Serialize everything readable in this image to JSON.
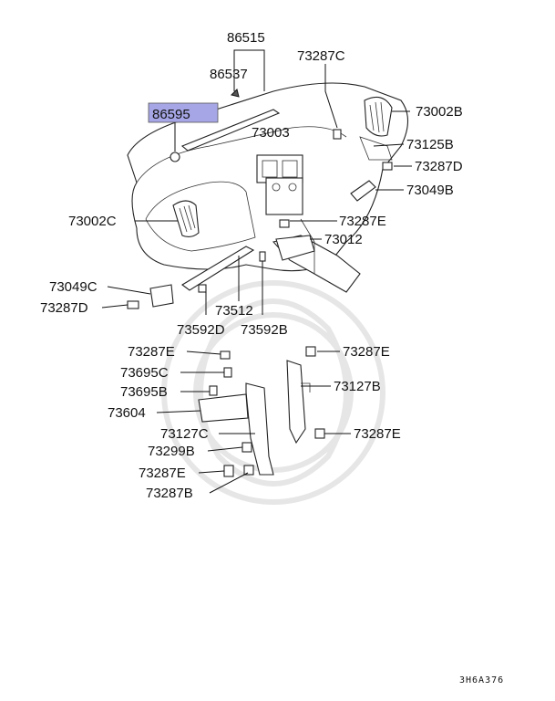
{
  "highlight_color": "#a6a6e6",
  "diagram_code": "3H6A376",
  "labels": {
    "p86515": "86515",
    "p86537": "86537",
    "p86595": "86595",
    "p73287C": "73287C",
    "p73003": "73003",
    "p73002B": "73002B",
    "p73125B": "73125B",
    "p73287D_r": "73287D",
    "p73049B": "73049B",
    "p73002C": "73002C",
    "p73287E_1": "73287E",
    "p73012": "73012",
    "p73049C": "73049C",
    "p73287D_l": "73287D",
    "p73512": "73512",
    "p73592D": "73592D",
    "p73592B": "73592B",
    "p73287E_2": "73287E",
    "p73287E_3": "73287E",
    "p73695C": "73695C",
    "p73127B": "73127B",
    "p73695B": "73695B",
    "p73604": "73604",
    "p73127C": "73127C",
    "p73287E_4": "73287E",
    "p73299B": "73299B",
    "p73287E_5": "73287E",
    "p73287B": "73287B"
  }
}
